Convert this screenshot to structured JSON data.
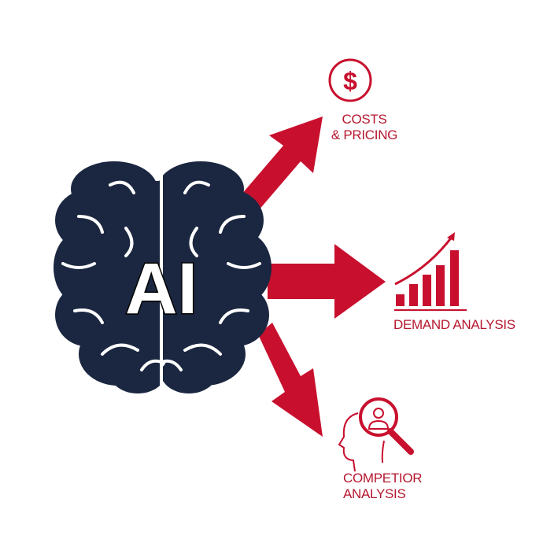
{
  "center": {
    "label": "AI"
  },
  "outputs": [
    {
      "label_line1": "COSTS",
      "label_line2": "& PRICING",
      "icon": "dollar-circle-icon"
    },
    {
      "label_line1": "DEMAND ANALYSIS",
      "icon": "bar-chart-growth-icon"
    },
    {
      "label_line1": "COMPETIOR",
      "label_line2": "ANALYSIS",
      "icon": "head-magnifier-icon"
    }
  ],
  "colors": {
    "brain": "#1b2740",
    "accent": "#c8102e"
  }
}
